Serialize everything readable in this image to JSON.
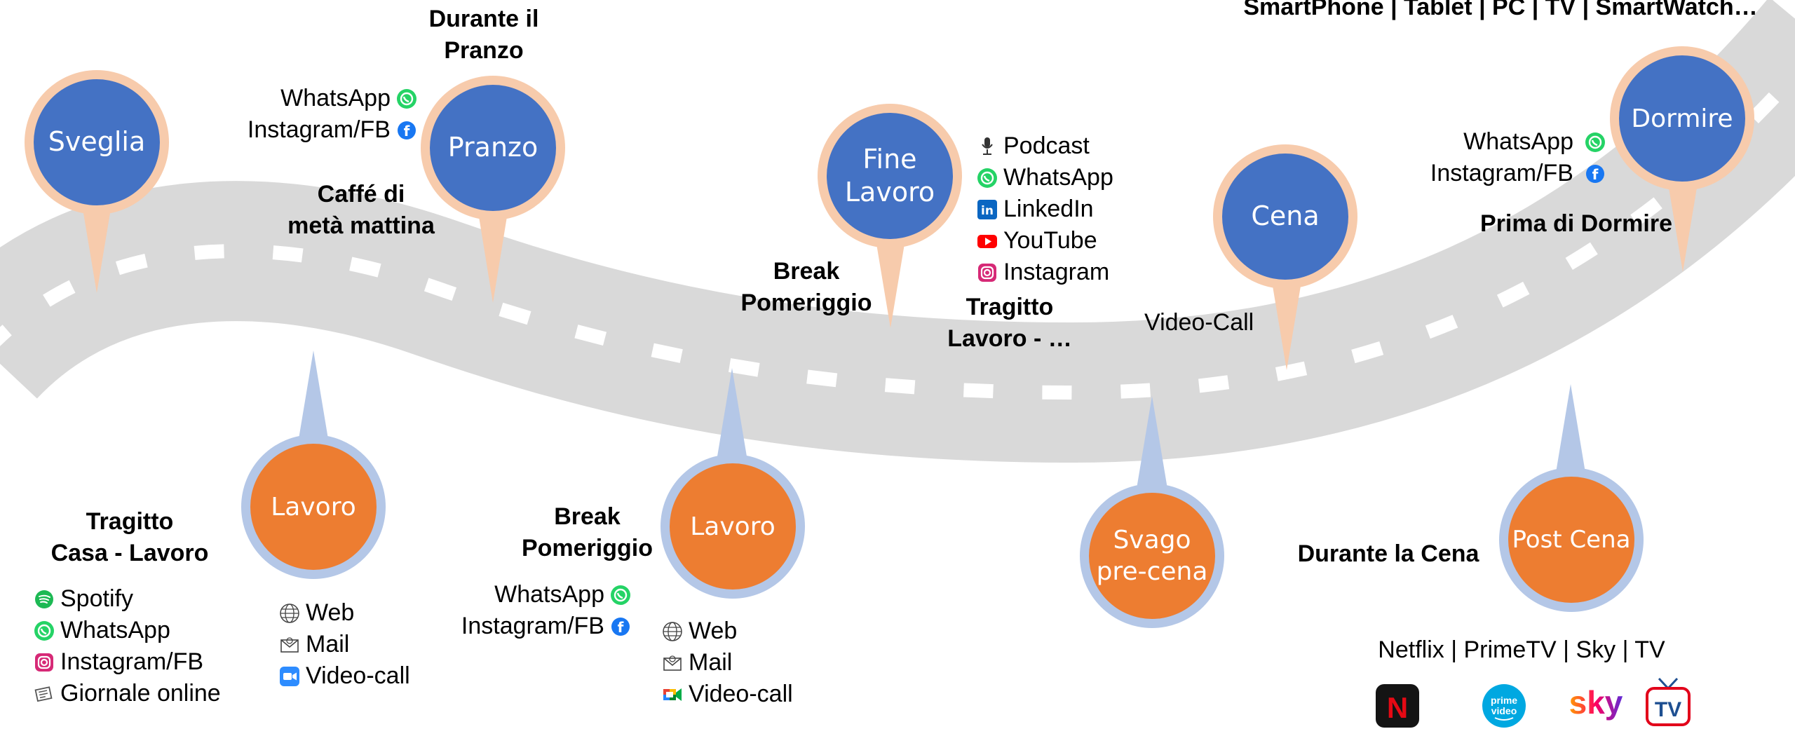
{
  "header": {
    "devices": "SmartPhone | Tablet | PC | TV | SmartWatch…"
  },
  "colors": {
    "road": "#d9d9d9",
    "blue": "#4472c4",
    "orange": "#ed7d31",
    "peach": "#f7cbac",
    "lightblue": "#b4c7e7"
  },
  "pins": {
    "sveglia": "Sveglia",
    "pranzo": "Pranzo",
    "fine_lavoro": "Fine\nLavoro",
    "cena": "Cena",
    "dormire": "Dormire",
    "lavoro1": "Lavoro",
    "lavoro2": "Lavoro",
    "svago": "Svago\npre-cena",
    "post_cena": "Post Cena"
  },
  "labels": {
    "durante_pranzo": "Durante il\nPranzo",
    "caffe": "Caffé di\nmetà mattina",
    "break_top": "Break\nPomeriggio",
    "tragitto_lavoro": "Tragitto\nLavoro - …",
    "video_call": "Video-Call",
    "prima_dormire": "Prima di Dormire",
    "tragitto_casa": "Tragitto\nCasa - Lavoro",
    "break_bottom": "Break\nPomeriggio",
    "durante_cena": "Durante la Cena",
    "streaming": "Netflix |  PrimeTV | Sky | TV"
  },
  "apps": {
    "pranzo": [
      {
        "label": "WhatsApp",
        "icon": "whatsapp-icon"
      },
      {
        "label": "Instagram/FB",
        "icon": "facebook-icon"
      }
    ],
    "fine_lavoro": [
      {
        "label": "Podcast",
        "icon": "podcast-icon"
      },
      {
        "label": "WhatsApp",
        "icon": "whatsapp-icon"
      },
      {
        "label": "LinkedIn",
        "icon": "linkedin-icon"
      },
      {
        "label": "YouTube",
        "icon": "youtube-icon"
      },
      {
        "label": "Instagram",
        "icon": "instagram-icon"
      }
    ],
    "dormire": [
      {
        "label": "WhatsApp",
        "icon": "whatsapp-icon"
      },
      {
        "label": "Instagram/FB",
        "icon": "facebook-icon"
      }
    ],
    "tragitto": [
      {
        "label": "Spotify",
        "icon": "spotify-icon"
      },
      {
        "label": "WhatsApp",
        "icon": "whatsapp-icon"
      },
      {
        "label": "Instagram/FB",
        "icon": "instagram-icon"
      },
      {
        "label": "Giornale online",
        "icon": "newspaper-icon"
      }
    ],
    "lavoro1": [
      {
        "label": "Web",
        "icon": "globe-icon"
      },
      {
        "label": "Mail",
        "icon": "mail-icon"
      },
      {
        "label": "Video-call",
        "icon": "zoom-icon"
      }
    ],
    "break_bottom": [
      {
        "label": "WhatsApp",
        "icon": "whatsapp-icon"
      },
      {
        "label": "Instagram/FB",
        "icon": "facebook-icon"
      }
    ],
    "lavoro2": [
      {
        "label": "Web",
        "icon": "globe-icon"
      },
      {
        "label": "Mail",
        "icon": "mail-icon"
      },
      {
        "label": "Video-call",
        "icon": "meet-icon"
      }
    ]
  },
  "streaming_logos": [
    "netflix-logo",
    "prime-video-logo",
    "sky-logo",
    "tv-logo"
  ],
  "logo_text": {
    "netflix": "N",
    "prime": "prime\nvideo",
    "sky": "sky",
    "tv": "TV"
  }
}
